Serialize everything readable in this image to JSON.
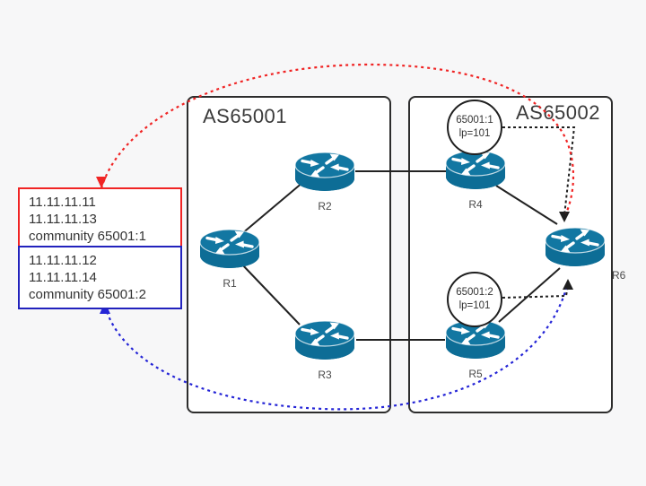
{
  "as_boxes": {
    "left": {
      "label": "AS65001"
    },
    "right": {
      "label": "AS65002"
    }
  },
  "routers": {
    "r1": {
      "label": "R1"
    },
    "r2": {
      "label": "R2"
    },
    "r3": {
      "label": "R3"
    },
    "r4": {
      "label": "R4"
    },
    "r5": {
      "label": "R5"
    },
    "r6": {
      "label": "R6"
    }
  },
  "route_boxes": {
    "red": {
      "line1": "11.11.11.11",
      "line2": "11.11.11.13",
      "line3": "community 65001:1"
    },
    "blue": {
      "line1": "11.11.11.12",
      "line2": "11.11.11.14",
      "line3": "community 65001:2"
    }
  },
  "policy_circles": {
    "top": {
      "line1": "65001:1",
      "line2": "lp=101"
    },
    "bottom": {
      "line1": "65001:2",
      "line2": "lp=101"
    }
  },
  "colors": {
    "router_body": "#0d6d96",
    "router_top": "#1277a2",
    "red_accent": "#f02424",
    "blue_accent": "#2424d6",
    "line": "#222222",
    "background": "#f7f7f8"
  }
}
